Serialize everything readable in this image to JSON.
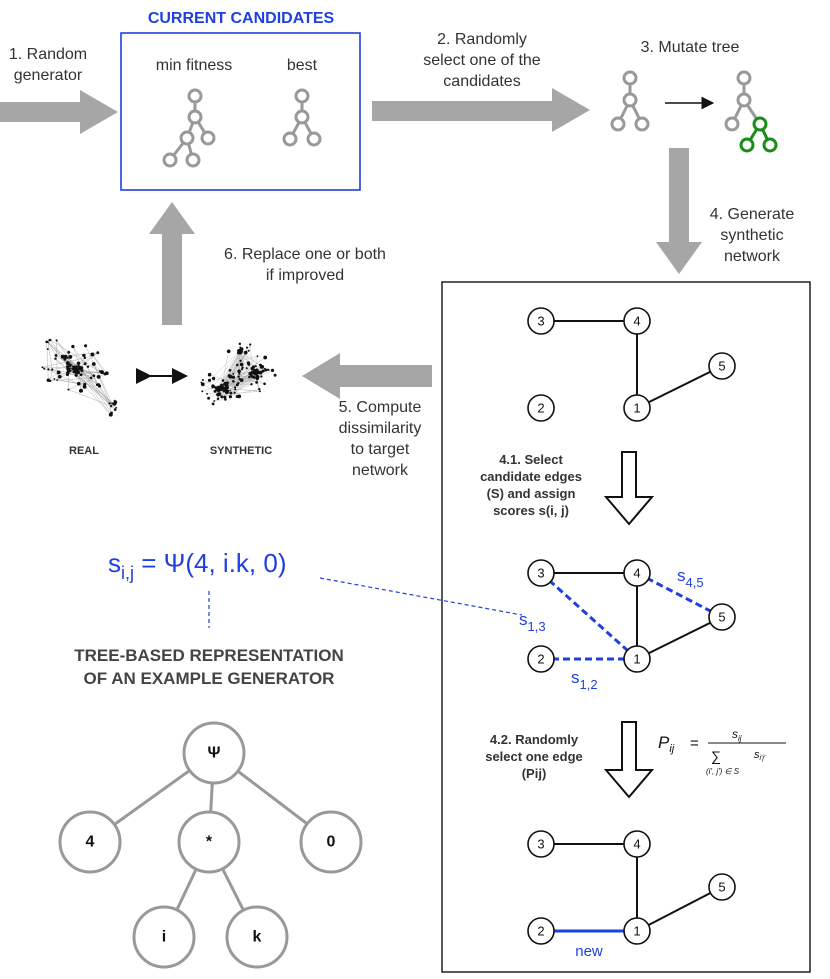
{
  "colors": {
    "blue": "#1f3fe0",
    "arrow_gray": "#a6a6a6",
    "tree_gray": "#999999",
    "mutate_red": "#e0301e",
    "mutate_green": "#1a8c1a",
    "new_edge": "#1f3fe0"
  },
  "candidates": {
    "title": "CURRENT CANDIDATES",
    "min_fitness": "min fitness",
    "best": "best"
  },
  "steps": {
    "s1_l1": "1. Random",
    "s1_l2": "generator",
    "s2_l1": "2. Randomly",
    "s2_l2": "select one of the",
    "s2_l3": "candidates",
    "s3": "3. Mutate tree",
    "s4_l1": "4. Generate",
    "s4_l2": "synthetic",
    "s4_l3": "network",
    "s5_l1": "5. Compute",
    "s5_l2": "dissimilarity",
    "s5_l3": "to target",
    "s5_l4": "network",
    "s6_l1": "6. Replace one or both",
    "s6_l2": "if improved"
  },
  "networks": {
    "real": "REAL",
    "synthetic": "SYNTHETIC"
  },
  "substeps": {
    "s41_l1": "4.1. Select",
    "s41_l2": "candidate edges",
    "s41_l3": "(S) and assign",
    "s41_l4": "scores s(i, j)",
    "s42_l1": "4.2. Randomly",
    "s42_l2": "select one edge",
    "s42_l3": "(Pij)"
  },
  "graph_nodes": {
    "n1": "1",
    "n2": "2",
    "n3": "3",
    "n4": "4",
    "n5": "5"
  },
  "edge_scores": {
    "s13_base": "s",
    "s13_sub": "1,3",
    "s12_base": "s",
    "s12_sub": "1,2",
    "s45_base": "s",
    "s45_sub": "4,5"
  },
  "new_label": "new",
  "formula": {
    "lhs_base": "s",
    "lhs_sub": "i,j",
    "rhs": " = Ψ(4, i.k, 0)"
  },
  "prob_formula": {
    "lhs": "P",
    "lhs_sub": "ij",
    "equals": "=",
    "num": "s",
    "num_sub": "ij",
    "sum": "∑",
    "den": "s",
    "den_sub": "i′j′",
    "range": "(i′, j′) ∈ S"
  },
  "tree_caption": {
    "l1": "TREE-BASED REPRESENTATION",
    "l2": "OF AN EXAMPLE GENERATOR"
  },
  "tree_nodes": {
    "root": "Ψ",
    "left": "4",
    "middle": "*",
    "right": "0",
    "i": "i",
    "k": "k"
  }
}
